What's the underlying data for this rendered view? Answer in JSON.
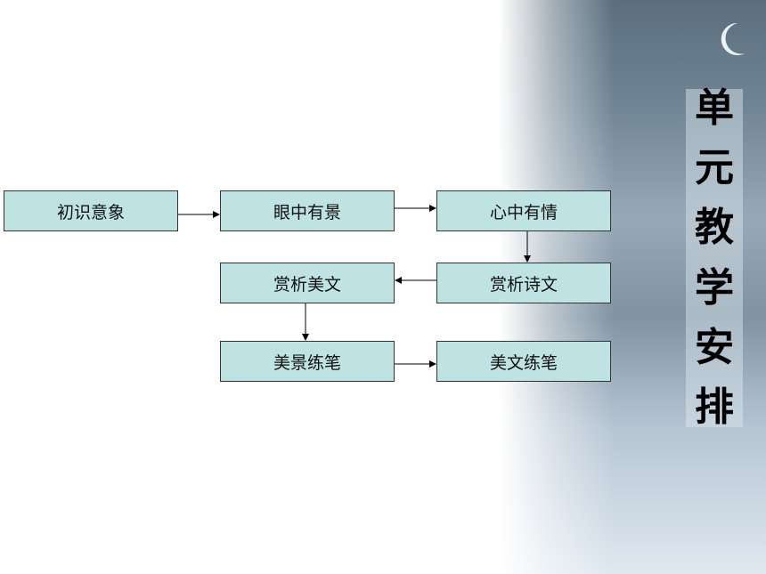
{
  "title_chars": [
    "单",
    "元",
    "教",
    "学",
    "安",
    "排"
  ],
  "boxes": [
    {
      "label": "初识意象"
    },
    {
      "label": "眼中有景"
    },
    {
      "label": "心中有情"
    },
    {
      "label": "赏析诗文"
    },
    {
      "label": "赏析美文"
    },
    {
      "label": "美景练笔"
    },
    {
      "label": "美文练笔"
    }
  ],
  "colors": {
    "box_fill": "#bfe3e3",
    "box_border": "#333333",
    "arrow": "#000000"
  }
}
